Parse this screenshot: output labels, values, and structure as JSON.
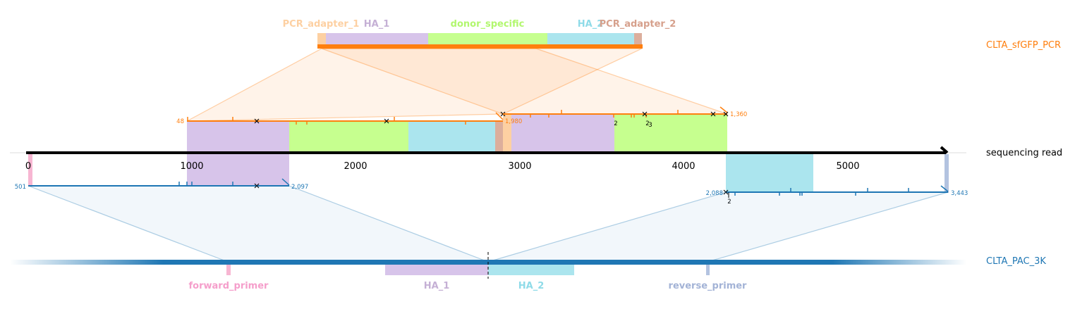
{
  "colors": {
    "pcr": "#ff7f0e",
    "pac": "#1f77b4",
    "axis": "#000000",
    "pcr_adapter_1": "#fdd0a2",
    "HA_1": "#d7c4ea",
    "donor_specific": "#c6ff8f",
    "HA_2": "#abe5ee",
    "pcr_adapter_2": "#dcae9c",
    "forward_primer": "#f7b6d2",
    "reverse_primer": "#b3c3e0"
  },
  "sequences": {
    "pcr": {
      "name": "CLTA_sfGFP_PCR"
    },
    "read": {
      "name": "sequencing read"
    },
    "pac": {
      "name": "CLTA_PAC_3K"
    }
  },
  "pcr_features": [
    {
      "label": "PCR_adapter_1",
      "color": "#fdd0a2",
      "label_color": "#fdd0a2"
    },
    {
      "label": "HA_1",
      "color": "#d7c4ea",
      "label_color": "#c5b0d5"
    },
    {
      "label": "donor_specific",
      "color": "#c6ff8f",
      "label_color": "#b2f76e"
    },
    {
      "label": "HA_2",
      "color": "#abe5ee",
      "label_color": "#8fdbe8"
    },
    {
      "label": "PCR_adapter_2",
      "color": "#dcae9c",
      "label_color": "#d6a08c"
    }
  ],
  "pac_features": [
    {
      "label": "forward_primer",
      "color": "#f7b6d2",
      "label_color": "#f59ecb"
    },
    {
      "label": "HA_1",
      "color": "#d7c4ea",
      "label_color": "#c5b0d5"
    },
    {
      "label": "HA_2",
      "color": "#abe5ee",
      "label_color": "#8fdbe8"
    },
    {
      "label": "reverse_primer",
      "color": "#b3c3e0",
      "label_color": "#a3b3d6"
    }
  ],
  "read_axis": {
    "ticks": [
      "0",
      "1000",
      "2000",
      "3000",
      "4000",
      "5000"
    ]
  },
  "alignments": {
    "pcr_1": {
      "start": "48",
      "end": "1,980"
    },
    "pcr_2": {
      "start": "",
      "end": "1,360"
    },
    "pcr_2_mismatch_counts": [
      "2",
      "2",
      "3"
    ],
    "pac_1": {
      "start": "501",
      "end": "2,097"
    },
    "pac_2": {
      "start": "2,088",
      "end": "3,443"
    },
    "pac_2_mismatch_counts": [
      "2"
    ]
  }
}
